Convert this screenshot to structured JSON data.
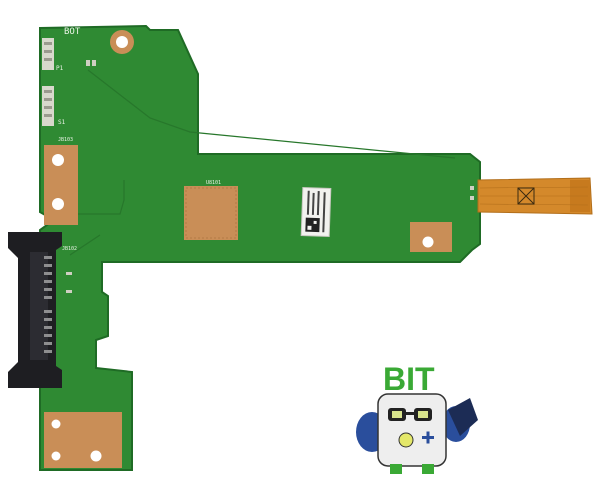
{
  "board": {
    "silkscreen_bot": "BOT",
    "silkscreen_p1": "P1",
    "silkscreen_s1": "S1",
    "silkscreen_jb103": "JB103",
    "silkscreen_u8101": "U8101",
    "silkscreen_jb102": "JB102",
    "colors": {
      "pcb": "#2f8a33",
      "pcb_edge": "#1f6b25",
      "copper_pad": "#c98e57",
      "flex_cable": "#d4892b",
      "sata_connector": "#1e1e22"
    }
  },
  "logo": {
    "text": "BIT",
    "colors": {
      "text": "#3aa935",
      "robot_blue": "#2a4e9c"
    }
  }
}
